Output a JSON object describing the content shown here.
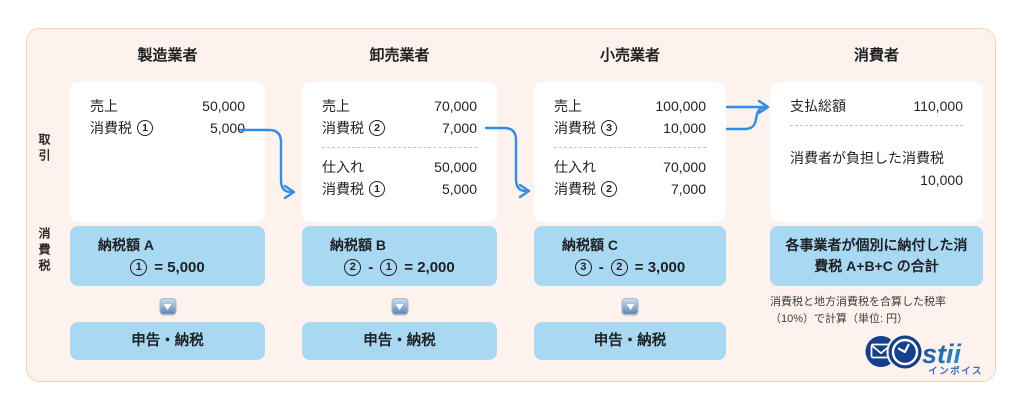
{
  "theme": {
    "cream": "#fdf3ec",
    "frame-border": "#eed3b8",
    "card-bg": "#ffffff",
    "light-blue": "#a9d8f3",
    "arrow-blue": "#2f8ee9",
    "text": "#1e2124",
    "note-text": "#3d3d3d",
    "logo-navy": "#14408e",
    "logo-blue": "#2f9ce0",
    "logo-sub": "#2b6cc8"
  },
  "row_labels": {
    "transactions": "取引",
    "tax": "消費税"
  },
  "columns": [
    {
      "header": "製造業者",
      "card": {
        "top": [
          {
            "label": "売上",
            "value": "50,000"
          },
          {
            "label": "消費税",
            "circle": "1",
            "value": "5,000"
          }
        ]
      },
      "tax_box": {
        "title": "納税額 A",
        "term1": "1",
        "result": "= 5,000"
      },
      "file_label": "申告・納税"
    },
    {
      "header": "卸売業者",
      "card": {
        "top": [
          {
            "label": "売上",
            "value": "70,000"
          },
          {
            "label": "消費税",
            "circle": "2",
            "value": "7,000"
          }
        ],
        "bottom": [
          {
            "label": "仕入れ",
            "value": "50,000"
          },
          {
            "label": "消費税",
            "circle": "1",
            "value": "5,000"
          }
        ]
      },
      "tax_box": {
        "title": "納税額 B",
        "term1": "2",
        "op": "-",
        "term2": "1",
        "result": "= 2,000"
      },
      "file_label": "申告・納税"
    },
    {
      "header": "小売業者",
      "card": {
        "top": [
          {
            "label": "売上",
            "value": "100,000"
          },
          {
            "label": "消費税",
            "circle": "3",
            "value": "10,000"
          }
        ],
        "bottom": [
          {
            "label": "仕入れ",
            "value": "70,000"
          },
          {
            "label": "消費税",
            "circle": "2",
            "value": "7,000"
          }
        ]
      },
      "tax_box": {
        "title": "納税額 C",
        "term1": "3",
        "op": "-",
        "term2": "2",
        "result": "= 3,000"
      },
      "file_label": "申告・納税"
    },
    {
      "header": "消費者",
      "card": {
        "top": [
          {
            "label": "支払総額",
            "value": "110,000"
          }
        ],
        "burden_label": "消費者が負担した消費税",
        "burden_value": "10,000"
      },
      "summary": "各事業者が個別に納付した消費税 A+B+C の合計"
    }
  ],
  "note": "消費税と地方消費税を合算した税率（10%）で計算（単位: 円）",
  "logo": {
    "wordmark": "stii",
    "subtitle": "インボイス"
  }
}
